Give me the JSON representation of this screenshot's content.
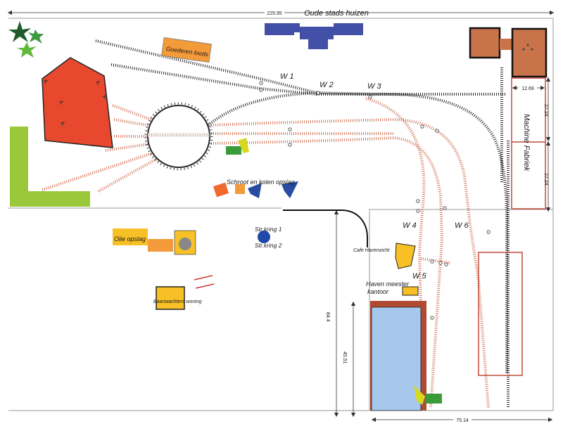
{
  "header": {
    "title": "Oude stads huizen"
  },
  "dimensions": {
    "top_width": "225.95",
    "bottom_width": "75.14",
    "left_height": "84.4",
    "inner_height": "45.51",
    "factory_width": "12.69",
    "factory_len_a": "27.24",
    "factory_len_b": "27.24"
  },
  "buildings": {
    "goods_shed": "Goederen loods",
    "scrap_coal": "Schroot en kolen opslag",
    "oil_storage": "Olie opslag",
    "crossing_keeper": "Baanwachters woning",
    "cafe": "Cafe Havenzicht",
    "harbour_master_1": "Haven meester",
    "harbour_master_2": "kantoor",
    "machine_factory": "Machine Fabriek"
  },
  "circuits": {
    "circuit_1": "Str.kring 1",
    "circuit_2": "Str.kring 2"
  },
  "turnouts": [
    "W 1",
    "W 2",
    "W 3",
    "W 4",
    "W 5",
    "W 6"
  ],
  "colors": {
    "old_track": "#2a2a2a",
    "new_track": "#d2765a",
    "engine_shed": "#e8492e",
    "water": "#a7c8ec",
    "grass": "#9ac83a",
    "building_yellow": "#f6c026",
    "building_orange": "#f39a3a",
    "blue_block": "#4250a8"
  }
}
